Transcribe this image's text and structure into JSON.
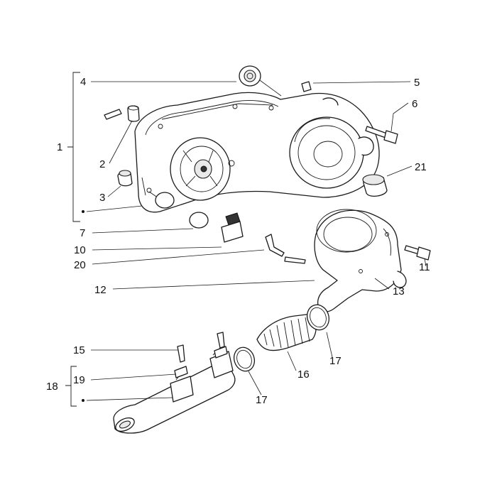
{
  "callouts": {
    "c1": "1",
    "c2": "2",
    "c3": "3",
    "c4": "4",
    "c5": "5",
    "c6": "6",
    "c7": "7",
    "c10": "10",
    "c11": "11",
    "c12": "12",
    "c13": "13",
    "c15": "15",
    "c16": "16",
    "c17a": "17",
    "c17b": "17",
    "c18": "18",
    "c19": "19",
    "c20": "20",
    "c21": "21"
  },
  "colors": {
    "line": "#1a1a1a",
    "background": "#ffffff",
    "shade": "#e9e9e9"
  }
}
